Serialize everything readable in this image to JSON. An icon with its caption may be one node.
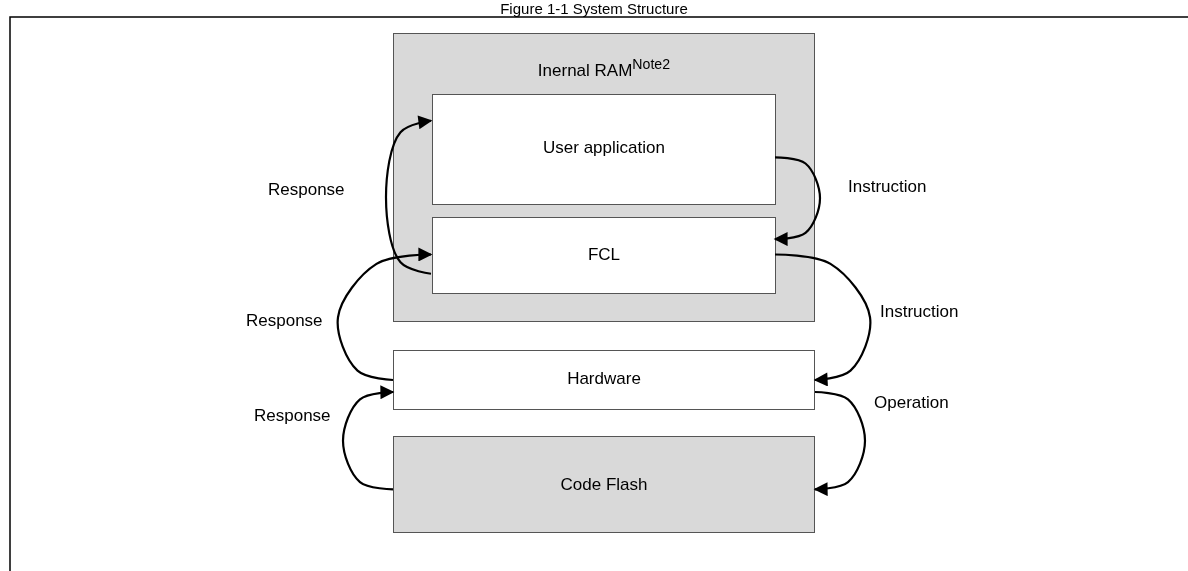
{
  "diagram": {
    "title": "Figure 1-1 System Structure",
    "nodes": [
      {
        "text": [
          "Inernal RAM$^{Note2}$"
        ]
      },
      {
        "text": [
          "User application"
        ],
        "in": 0
      },
      {
        "text": [
          "FCL"
        ],
        "in": 0
      },
      {
        "text": [
          "Hardware"
        ]
      },
      {
        "text": [
          "Code Flash"
        ]
      }
    ],
    "edges": [
      {
        "from": 2,
        "to": 1,
        "arrow": "to",
        "label": "Response"
      },
      {
        "from": 1,
        "to": 2,
        "arrow": "to",
        "label": "Instruction"
      },
      {
        "from": 3,
        "to": 2,
        "arrow": "to",
        "label": "Response"
      },
      {
        "from": 2,
        "to": 3,
        "arrow": "to",
        "label": "Instruction"
      },
      {
        "from": 4,
        "to": 3,
        "arrow": "to",
        "label": "Response"
      },
      {
        "from": 3,
        "to": 4,
        "arrow": "to",
        "label": "Operation"
      }
    ]
  }
}
